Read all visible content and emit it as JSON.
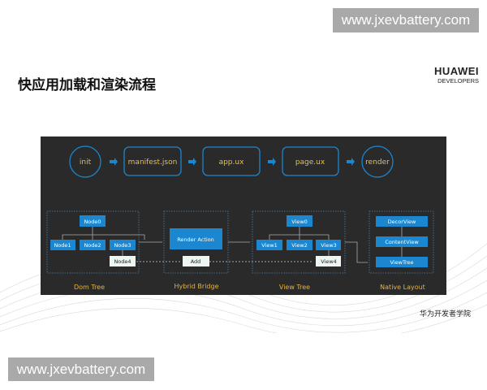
{
  "watermark_top": "www.jxevbattery.com",
  "watermark_bottom": "www.jxevbattery.com",
  "title": "快应用加载和渲染流程",
  "logo": {
    "brand": "HUAWEI",
    "sub": "DEVELOPERS"
  },
  "flow": [
    "init",
    "manifest.json",
    "app.ux",
    "page.ux",
    "render"
  ],
  "dom_tree": {
    "label": "Dom Tree",
    "nodes": [
      "Node0",
      "Node1",
      "Node2",
      "Node3",
      "Node4"
    ]
  },
  "hybrid_bridge": {
    "label": "Hybrid Bridge",
    "action": "Render Action",
    "add": "Add"
  },
  "view_tree": {
    "label": "View Tree",
    "nodes": [
      "View0",
      "View1",
      "View2",
      "View3",
      "View4"
    ]
  },
  "native_layout": {
    "label": "Native Layout",
    "nodes": [
      "DecorView",
      "ContentView",
      "ViewTree"
    ]
  },
  "footer": "华为开发者学院",
  "colors": {
    "panel": "#2a2a2a",
    "accent": "#1a87d0",
    "label": "#e8b23a",
    "flow_text": "#e8c04a"
  }
}
